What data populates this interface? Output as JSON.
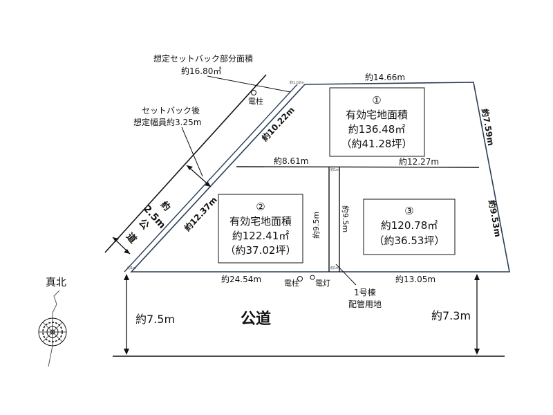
{
  "setback_area": {
    "title": "想定セットバック部分面積",
    "value": "約16.80㎡"
  },
  "setback_width": {
    "line1": "セットバック後",
    "line2": "想定幅員約3.25m"
  },
  "pole_label": "電柱",
  "side_road": {
    "yaku": "約",
    "width": "2.5m",
    "name1": "公",
    "name2": "道"
  },
  "north": {
    "label": "真北"
  },
  "lot1": {
    "num": "①",
    "title": "有効宅地面積",
    "area": "約136.48㎡",
    "tsubo": "（約41.28坪）"
  },
  "lot2": {
    "num": "②",
    "title": "有効宅地面積",
    "area": "約122.41㎡",
    "tsubo": "（約37.02坪）"
  },
  "lot3": {
    "num": "③",
    "area": "約120.78㎡",
    "tsubo": "（約36.53坪）"
  },
  "dims": {
    "top": "約14.66m",
    "diag_upper": "約10.22m",
    "diag_lower": "約12.37m",
    "right_upper": "約7.59m",
    "right_lower": "約9.53m",
    "mid_left": "約8.61m",
    "mid_right": "約12.27m",
    "lot2_right": "約9.5m",
    "lot3_left": "約9.5m",
    "bottom_left": "約24.54m",
    "bottom_right": "約13.05m",
    "road_left": "約7.5m",
    "road_right": "約7.3m",
    "tiny_top": "約1.02m",
    "tiny_a": "約1m",
    "tiny_b": "約1m",
    "tiny_c": "約1m"
  },
  "road": {
    "name": "公道"
  },
  "utilities": {
    "pole": "電柱",
    "light": "電灯"
  },
  "pipe_note": {
    "line1": "1号棟",
    "line2": "配管用地"
  }
}
